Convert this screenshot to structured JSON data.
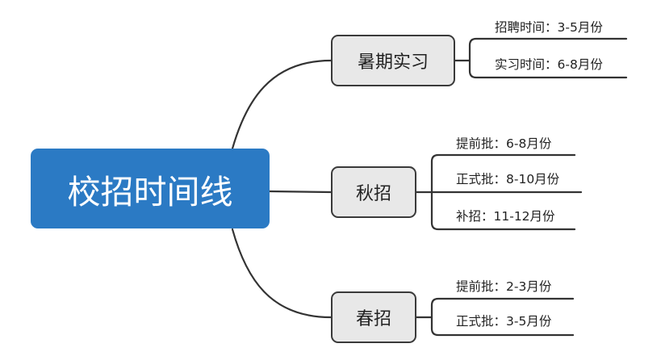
{
  "root": {
    "label": "校招时间线"
  },
  "branches": [
    {
      "label": "暑期实习",
      "items": [
        "招聘时间：3-5月份",
        "实习时间：6-8月份"
      ]
    },
    {
      "label": "秋招",
      "items": [
        "提前批：6-8月份",
        "正式批：8-10月份",
        "补招：11-12月份"
      ]
    },
    {
      "label": "春招",
      "items": [
        "提前批：2-3月份",
        "正式批：3-5月份"
      ]
    }
  ],
  "colors": {
    "root_fill": "#2b7ac4",
    "branch_fill": "#e8e8e8",
    "line": "#333333"
  }
}
